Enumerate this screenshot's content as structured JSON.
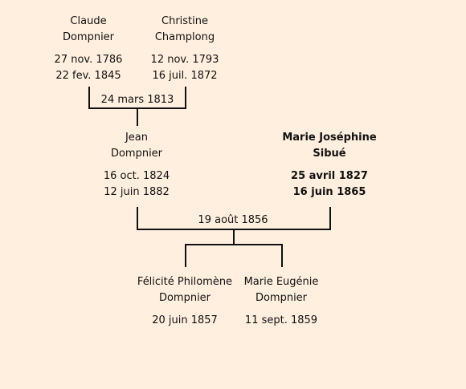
{
  "generations": {
    "grandparents": {
      "father": {
        "first": "Claude",
        "last": "Dompnier",
        "birth": "27 nov. 1786",
        "death": "22 fev. 1845"
      },
      "mother": {
        "first": "Christine",
        "last": "Champlong",
        "birth": "12 nov. 1793",
        "death": "16 juil. 1872"
      },
      "marriage": "24 mars 1813"
    },
    "parents": {
      "father": {
        "first": "Jean",
        "last": "Dompnier",
        "birth": "16 oct. 1824",
        "death": "12 juin 1882"
      },
      "mother": {
        "first": "Marie Joséphine",
        "last": "Sibué",
        "birth": "25 avril 1827",
        "death": "16 juin 1865"
      },
      "marriage": "19 août 1856"
    },
    "children": [
      {
        "first": "Félicité Philomène",
        "last": "Dompnier",
        "birth": "20 juin 1857"
      },
      {
        "first": "Marie Eugénie",
        "last": "Dompnier",
        "birth": "11 sept. 1859"
      }
    ]
  }
}
